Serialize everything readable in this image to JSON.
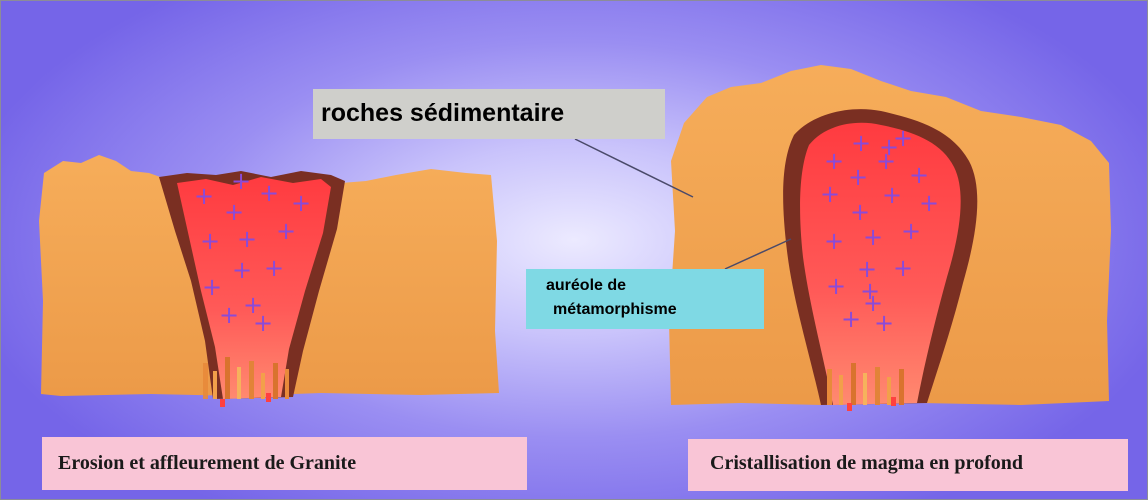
{
  "labels": {
    "sedimentary": "roches sédimentaire",
    "aureole_line1": "auréole de",
    "aureole_line2": "métamorphisme"
  },
  "captions": {
    "left": "Erosion et affleurement de Granite",
    "right": "Cristallisation de magma en profond"
  },
  "colors": {
    "background": "#8f84f0",
    "sedimentary_rock": "#f0a050",
    "aureole": "#7a2f22",
    "magma": "#ff4a4a",
    "label_gray": "#cfcfcb",
    "label_cyan": "#7fd9e4",
    "caption_pink": "#f9c5d6",
    "cross": "#8a4bd8"
  },
  "symbols": {
    "granite_cross": "+"
  }
}
